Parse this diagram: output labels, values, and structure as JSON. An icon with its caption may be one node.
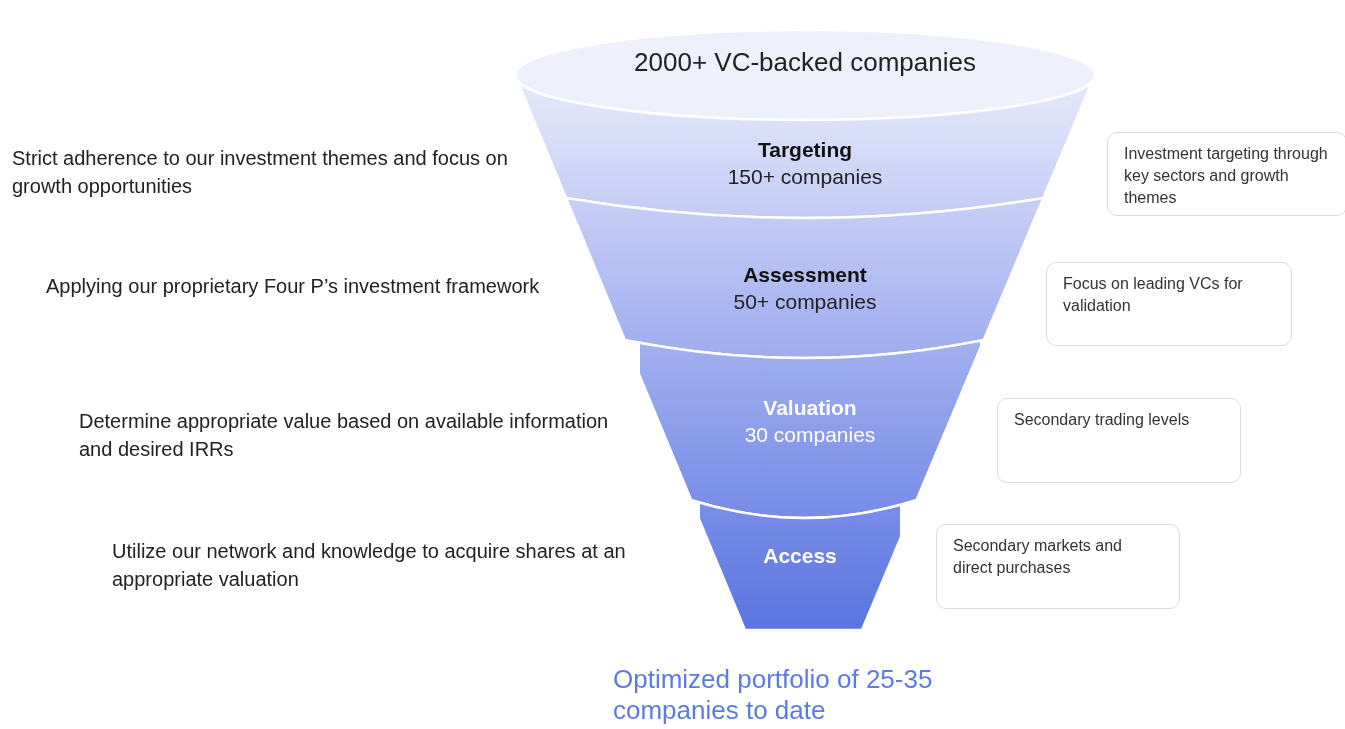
{
  "diagram": {
    "caption": "Optimized portfolio of 25-35 companies to date",
    "nodes": [
      {
        "text": [
          "2000+ VC-backed companies"
        ]
      },
      {
        "text": [
          "Targeting",
          "150+ companies"
        ]
      },
      {
        "text": [
          "Assessment",
          "50+ companies"
        ]
      },
      {
        "text": [
          "Valuation",
          "30 companies"
        ]
      },
      {
        "text": [
          "Access"
        ]
      },
      {
        "text": [
          "Investment targeting through key sectors and growth themes"
        ]
      },
      {
        "text": [
          "Focus on leading VCs for validation"
        ]
      },
      {
        "text": [
          "Secondary trading levels"
        ]
      },
      {
        "text": [
          "Secondary markets and direct purchases"
        ]
      }
    ],
    "labels": [
      "Strict adherence to our investment themes and focus on growth opportunities",
      "Applying our proprietary Four P’s investment framework",
      "Determine appropriate value based on available information and desired IRRs",
      "Utilize our network and knowledge to acquire shares at an appropriate valuation"
    ]
  }
}
